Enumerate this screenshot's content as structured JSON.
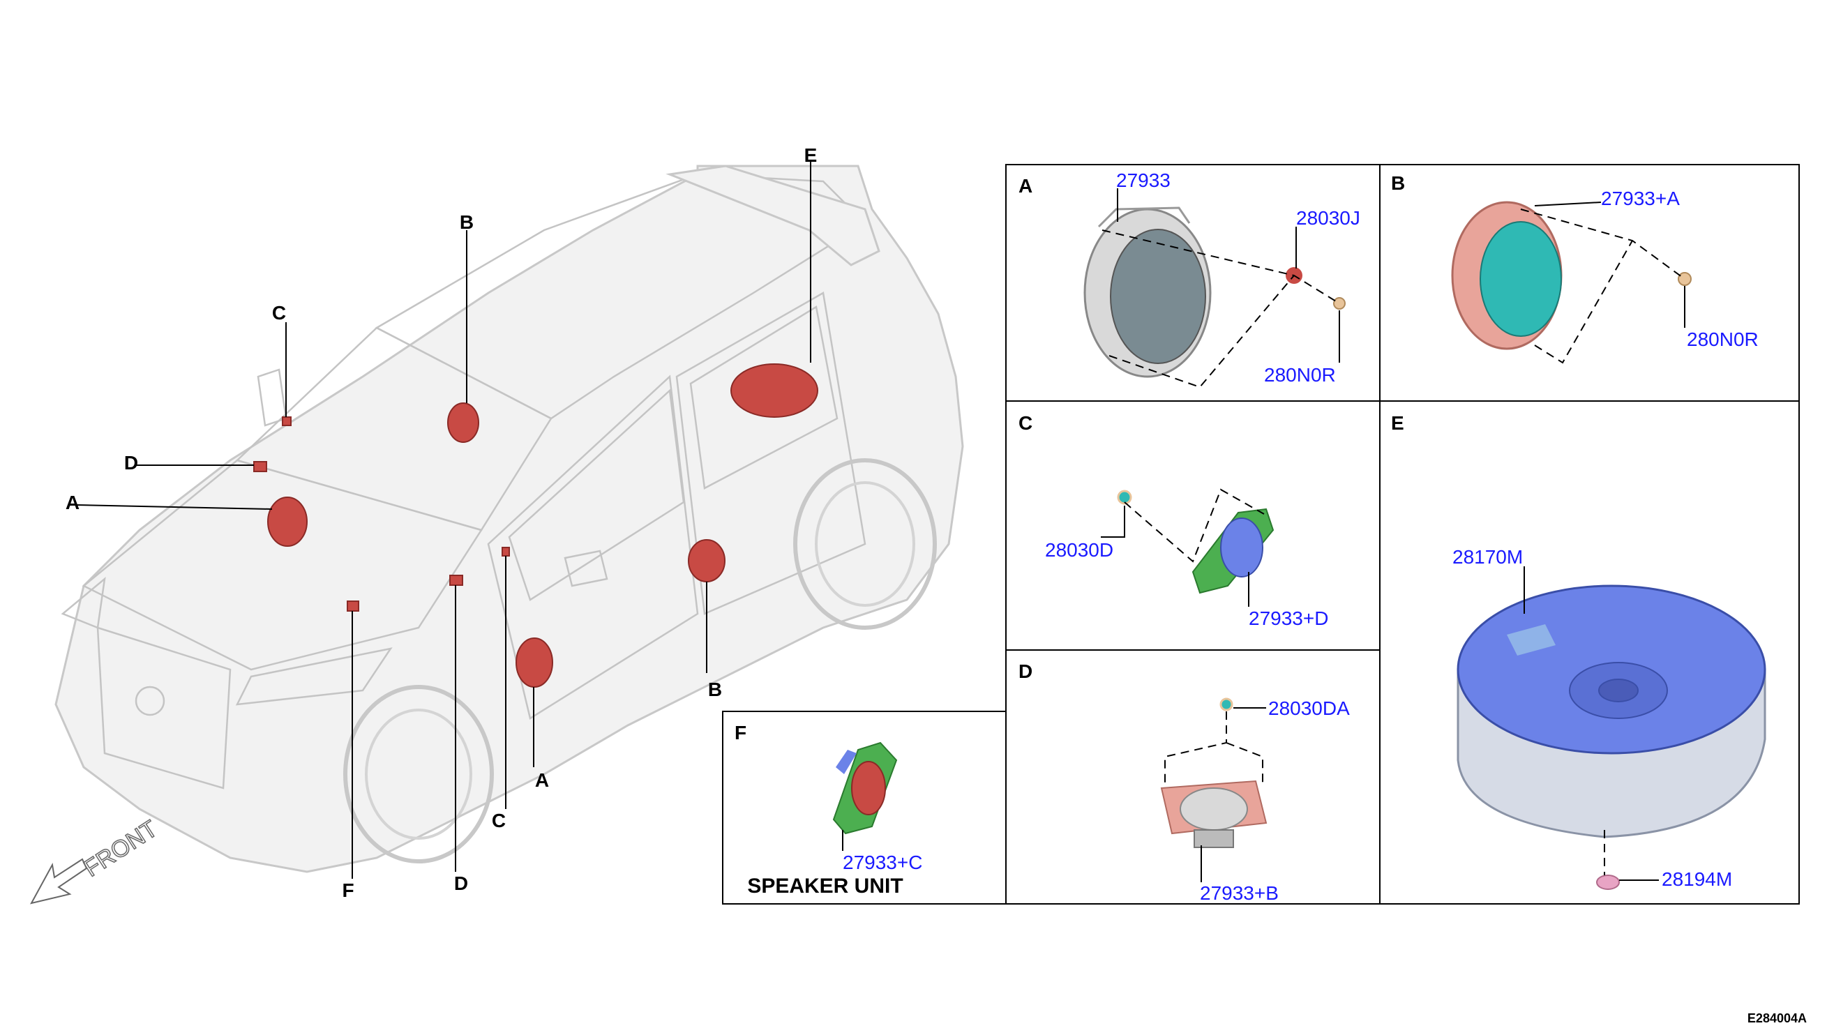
{
  "colors": {
    "speaker_red": "#c84a44",
    "part_number_blue": "#1a1aff",
    "car_outline": "#c8c8c8",
    "woofer_blue": "#6b82e8",
    "tweeter_cyan": "#2fb9b4",
    "bracket_green": "#4caf50",
    "frame_pink": "#e8a49a"
  },
  "vehicle": {
    "front_label": "FRONT",
    "callouts": {
      "b_top": "B",
      "c_top": "C",
      "d_top": "D",
      "a_left": "A",
      "e_top": "E",
      "a_bottom": "A",
      "c_bottom": "C",
      "d_bottom": "D",
      "f_bottom": "F",
      "b_bottom": "B"
    }
  },
  "panels": {
    "A": {
      "letter": "A",
      "parts": [
        "27933",
        "28030J",
        "280N0R"
      ]
    },
    "B": {
      "letter": "B",
      "parts": [
        "27933+A",
        "280N0R"
      ]
    },
    "C": {
      "letter": "C",
      "parts": [
        "28030D",
        "27933+D"
      ]
    },
    "D": {
      "letter": "D",
      "parts": [
        "28030DA",
        "27933+B"
      ]
    },
    "E": {
      "letter": "E",
      "parts": [
        "28170M",
        "28194M"
      ]
    },
    "F": {
      "letter": "F",
      "parts": [
        "27933+C"
      ],
      "caption": "SPEAKER UNIT"
    }
  },
  "reference_code": "E284004A"
}
